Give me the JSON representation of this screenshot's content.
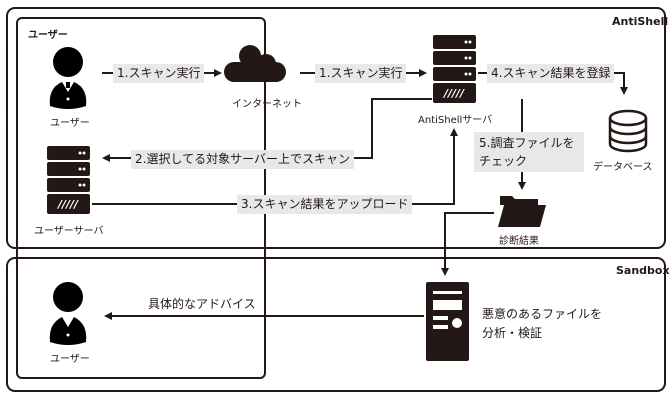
{
  "zones": {
    "antishell": "AntiShell",
    "sandbox": "Sandbox",
    "user_zone": "ユーザー"
  },
  "nodes": {
    "user_top": "ユーザー",
    "internet": "インターネット",
    "antishell_server": "AntiShellサーバ",
    "database": "データベース",
    "user_server": "ユーザーサーバ",
    "diagnosis_result": "診断結果",
    "user_bottom": "ユーザー",
    "sandbox_desc_line1": "悪意のあるファイルを",
    "sandbox_desc_line2": "分析・検証"
  },
  "edges": {
    "scan_exec_1": "1.スキャン実行",
    "scan_exec_2": "1.スキャン実行",
    "scan_target": "2.選択してる対象サーバー上でスキャン",
    "upload_result": "3.スキャン結果をアップロード",
    "register_result": "4.スキャン結果を登録",
    "check_file_line1": "5.調査ファイルを",
    "check_file_line2": "チェック",
    "advice": "具体的なアドバイス"
  },
  "colors": {
    "ink": "#231815",
    "label_bg": "#e8e8e8"
  }
}
